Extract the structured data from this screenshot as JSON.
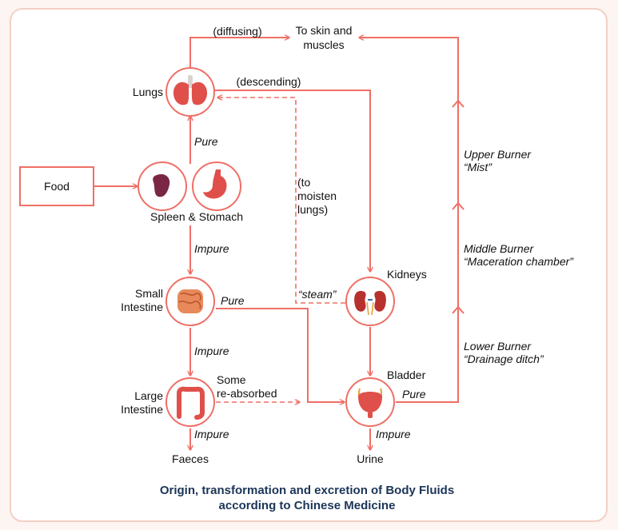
{
  "food_box": {
    "label": "Food"
  },
  "nodes": {
    "lungs": "Lungs",
    "spleen_stomach": "Spleen & Stomach",
    "small_intestine": [
      "Small",
      "Intestine"
    ],
    "large_intestine": [
      "Large",
      "Intestine"
    ],
    "kidneys": "Kidneys",
    "bladder": "Bladder",
    "skin_muscles": [
      "To skin and",
      "muscles"
    ],
    "faeces": "Faeces",
    "urine": "Urine"
  },
  "edge_labels": {
    "diffusing": "(diffusing)",
    "descending": "(descending)",
    "pure_lungs": "Pure",
    "impure_small": "Impure",
    "pure_small": "Pure",
    "impure_large": "Impure",
    "impure_faeces": "Impure",
    "impure_urine": "Impure",
    "pure_bladder": "Pure",
    "moisten": [
      "(to",
      "moisten",
      "lungs)"
    ],
    "steam": "“steam”",
    "reabsorbed": [
      "Some",
      "re-absorbed"
    ]
  },
  "burners": {
    "upper": [
      "Upper Burner",
      "“Mist”"
    ],
    "middle": [
      "Middle Burner",
      "“Maceration chamber”"
    ],
    "lower": [
      "Lower Burner",
      "“Drainage ditch”"
    ]
  },
  "caption": [
    "Origin, transformation and excretion of Body Fluids",
    "according to Chinese Medicine"
  ],
  "colors": {
    "arrow": "#ef6f66",
    "caption": "#1c3558",
    "organ": "#e0504a",
    "spleen": "#7a2746",
    "frame": "#f4cfc6"
  },
  "icons": [
    "lungs-icon",
    "spleen-icon",
    "stomach-icon",
    "small-intestine-icon",
    "kidneys-icon",
    "large-intestine-icon",
    "bladder-icon"
  ]
}
